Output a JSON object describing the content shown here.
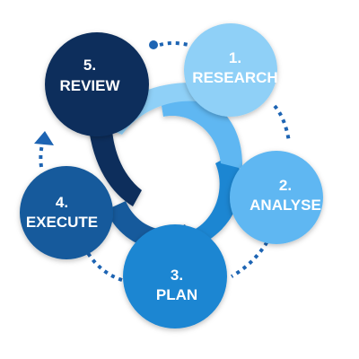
{
  "colors": {
    "research": "#8fd0f7",
    "analyse": "#5eb7f2",
    "plan": "#1f86d2",
    "execute": "#135a9c",
    "review": "#0b2f5c",
    "connector": "#1d64b3",
    "label": "#ffffff"
  },
  "steps": [
    {
      "id": "research",
      "number": "1.",
      "label": "RESEARCH"
    },
    {
      "id": "analyse",
      "number": "2.",
      "label": "ANALYSE"
    },
    {
      "id": "plan",
      "number": "3.",
      "label": "PLAN"
    },
    {
      "id": "execute",
      "number": "4.",
      "label": "EXECUTE"
    },
    {
      "id": "review",
      "number": "5.",
      "label": "REVIEW"
    }
  ]
}
